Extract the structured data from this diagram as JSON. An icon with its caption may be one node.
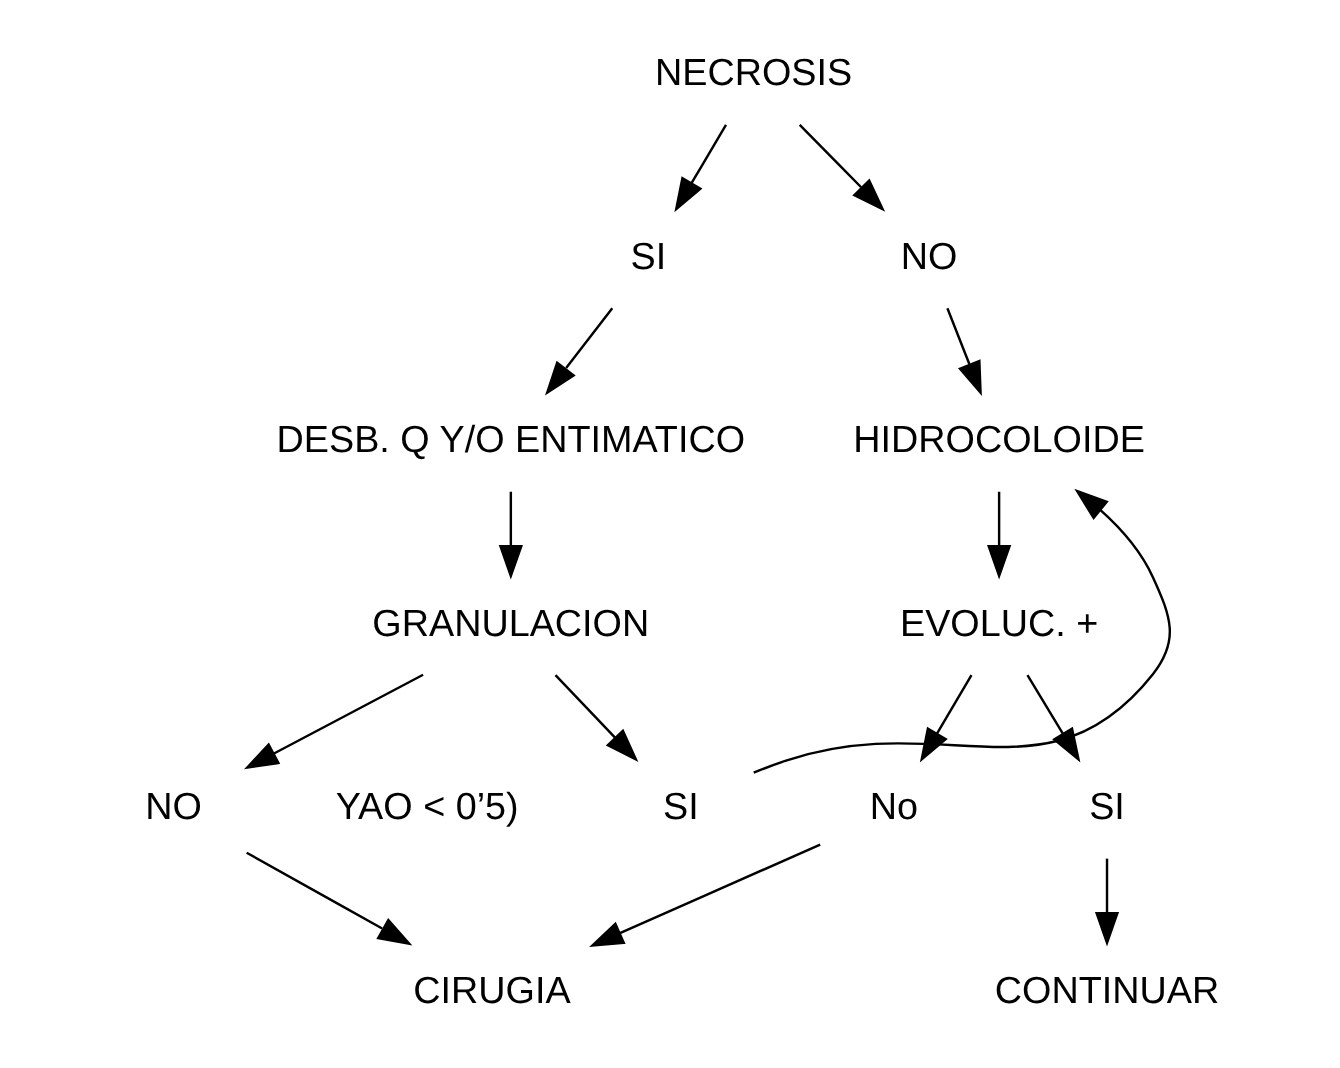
{
  "diagram": {
    "nodes": [
      {
        "text": [
          "NECROSIS"
        ]
      },
      {
        "text": [
          "SI"
        ]
      },
      {
        "text": [
          "NO"
        ]
      },
      {
        "text": [
          "DESB. Q Y/O ENTIMATICO"
        ]
      },
      {
        "text": [
          "HIDROCOLOIDE"
        ]
      },
      {
        "text": [
          "GRANULACION"
        ]
      },
      {
        "text": [
          "EVOLUC. +"
        ]
      },
      {
        "text": [
          "NO"
        ],
        "beside": [
          "YAO < 0’5)"
        ]
      },
      {
        "text": [
          "SI"
        ]
      },
      {
        "text": [
          "No"
        ]
      },
      {
        "text": [
          "SI"
        ]
      },
      {
        "text": [
          "CIRUGIA"
        ]
      },
      {
        "text": [
          "CONTINUAR"
        ]
      }
    ],
    "edges": [
      {
        "from": 0,
        "to": 1,
        "arrow": "to"
      },
      {
        "from": 0,
        "to": 2,
        "arrow": "to"
      },
      {
        "from": 1,
        "to": 3,
        "arrow": "to"
      },
      {
        "from": 2,
        "to": 4,
        "arrow": "to"
      },
      {
        "from": 3,
        "to": 5,
        "arrow": "to"
      },
      {
        "from": 4,
        "to": 6,
        "arrow": "to"
      },
      {
        "from": 5,
        "to": 7,
        "arrow": "to"
      },
      {
        "from": 5,
        "to": 8,
        "arrow": "to"
      },
      {
        "from": 8,
        "to": 4,
        "arrow": "to"
      },
      {
        "from": 6,
        "to": 9,
        "arrow": "to"
      },
      {
        "from": 6,
        "to": 10,
        "arrow": "to"
      },
      {
        "from": 7,
        "to": 11,
        "arrow": "to"
      },
      {
        "from": 9,
        "to": 11,
        "arrow": "to"
      },
      {
        "from": 10,
        "to": 12,
        "arrow": "to"
      }
    ]
  }
}
